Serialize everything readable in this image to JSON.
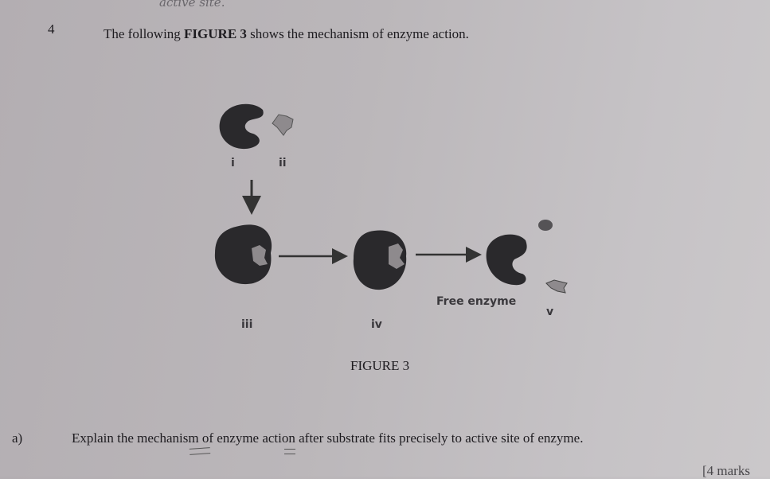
{
  "handwritten_note": "active site.",
  "question": {
    "number": "4",
    "text_before": "The following ",
    "text_bold": "FIGURE 3",
    "text_after": " shows the mechanism of enzyme action."
  },
  "figure": {
    "labels": {
      "i": "i",
      "ii": "ii",
      "iii": "iii",
      "iv": "iv",
      "v": "v",
      "free_enzyme": "Free enzyme"
    },
    "caption": "FIGURE 3"
  },
  "part_a": {
    "label": "a)",
    "text": "Explain the mechanism of enzyme action after substrate fits precisely to active site of enzyme.",
    "marks": "[4 marks"
  },
  "colors": {
    "enzyme": "#2a292c",
    "substrate": "#8e8a8d",
    "paper": "#bbb7ba"
  }
}
